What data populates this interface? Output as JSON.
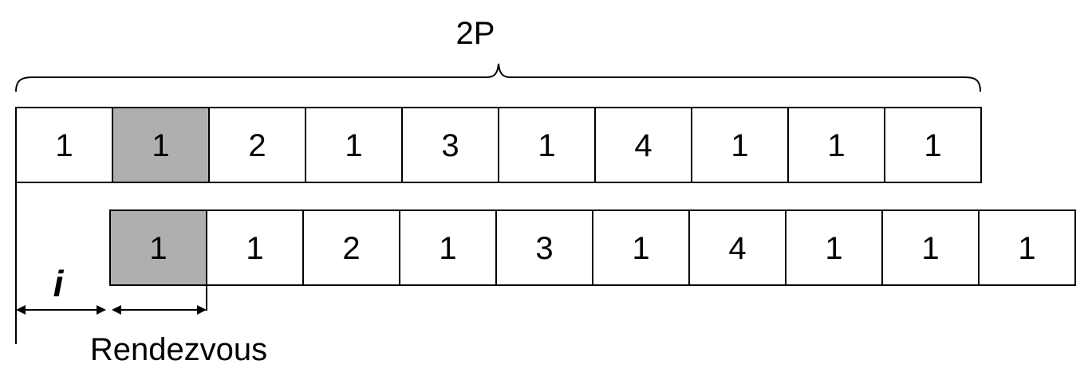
{
  "title": "2P",
  "offset_label": "i",
  "rendezvous_label": "Rendezvous",
  "colors": {
    "highlight": "#b0aeae",
    "cell": "#ffffff",
    "line": "#000000"
  },
  "sequence_top": {
    "values": [
      "1",
      "1",
      "2",
      "1",
      "3",
      "1",
      "4",
      "1",
      "1",
      "1"
    ],
    "highlighted_index": 1
  },
  "sequence_bottom": {
    "values": [
      "1",
      "1",
      "2",
      "1",
      "3",
      "1",
      "4",
      "1",
      "1",
      "1"
    ],
    "highlighted_index": 0
  }
}
